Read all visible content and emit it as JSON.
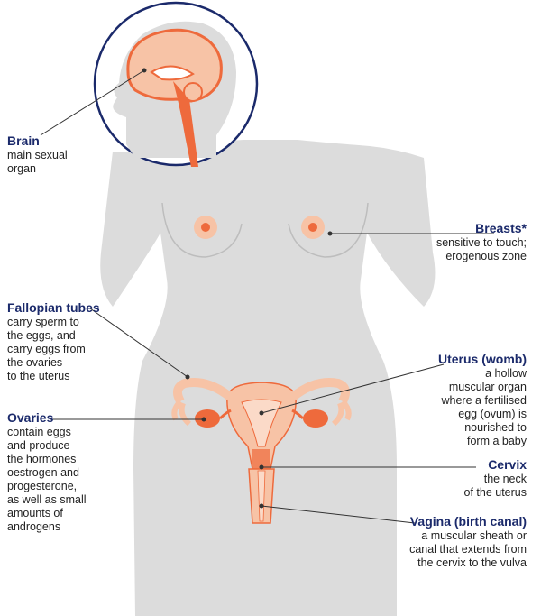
{
  "labels": {
    "brain": {
      "title": "Brain",
      "desc": "main sexual\norgan"
    },
    "breasts": {
      "title": "Breasts*",
      "desc": "sensitive to touch;\nerogenous zone"
    },
    "fallopian": {
      "title": "Fallopian tubes",
      "desc": "carry sperm to\nthe eggs, and\ncarry eggs from\nthe ovaries\nto the uterus"
    },
    "uterus": {
      "title": "Uterus (womb)",
      "desc": "a hollow\nmuscular organ\nwhere a fertilised\negg (ovum) is\nnourished to\nform a baby"
    },
    "ovaries": {
      "title": "Ovaries",
      "desc": "contain eggs\nand produce\nthe hormones\noestrogen and\nprogesterone,\nas well as small\namounts of\nandrogens"
    },
    "cervix": {
      "title": "Cervix",
      "desc": "the neck\nof the uterus"
    },
    "vagina": {
      "title": "Vagina (birth canal)",
      "desc": "a muscular sheath or\ncanal that extends from\nthe cervix to the vulva"
    }
  },
  "colors": {
    "body": "#dcdcdc",
    "organ": "#f7c3a6",
    "organ_dark": "#ee6a3c",
    "title": "#1b2a6b",
    "leader": "#333333"
  }
}
